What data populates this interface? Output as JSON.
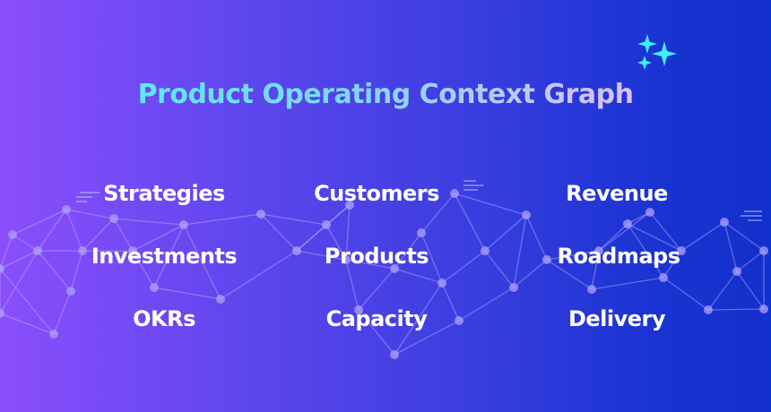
{
  "title": "Product Operating Context Graph",
  "grid": [
    [
      "Strategies",
      "Customers",
      "Revenue"
    ],
    [
      "Investments",
      "Products",
      "Roadmaps"
    ],
    [
      "OKRs",
      "Capacity",
      "Delivery"
    ]
  ],
  "colors": {
    "bg_left": "#8b4efc",
    "bg_right": "#1230cc",
    "title_start": "#3ff7f0",
    "title_end": "#f2b5f5",
    "sparkle": "#3ff0ff",
    "text": "#ffffff"
  },
  "icons": [
    "sparkles-icon",
    "network-graph"
  ]
}
